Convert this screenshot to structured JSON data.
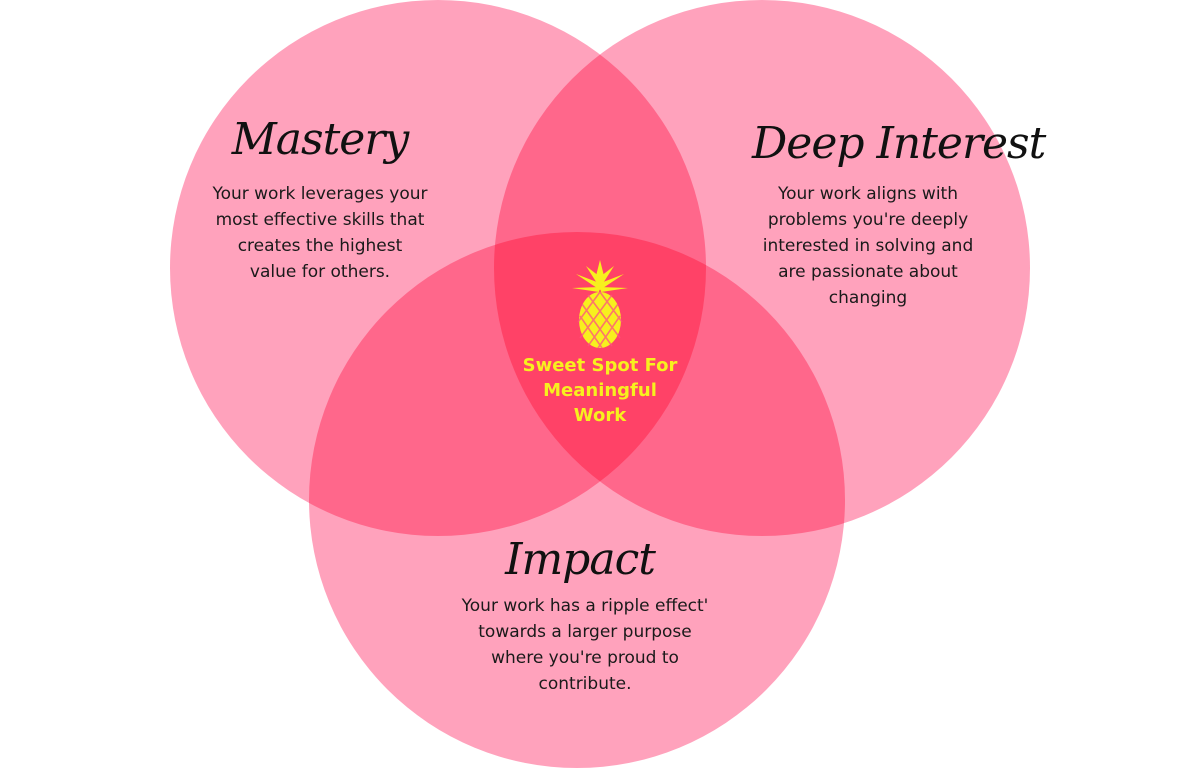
{
  "colors": {
    "circle_fill": "#ff92b0",
    "circle_opacity": "0.85",
    "center_text": "#f7f01e",
    "title_text": "#111111",
    "body_text": "#1a1a1a"
  },
  "venn": {
    "mastery": {
      "title": "Mastery",
      "lines": [
        "Your work leverages your",
        "most effective skills that",
        "creates the highest",
        "value for others."
      ]
    },
    "deep_interest": {
      "title": "Deep Interest",
      "lines": [
        "Your work aligns with",
        "problems you're deeply",
        "interested in solving and",
        "are passionate about",
        "changing"
      ]
    },
    "impact": {
      "title": "Impact",
      "lines": [
        "Your work has a ripple effect'",
        "towards a larger purpose",
        "where you're proud to",
        "contribute."
      ]
    },
    "center": {
      "icon": "pineapple-icon",
      "lines": [
        "Sweet Spot For",
        "Meaningful",
        "Work"
      ]
    }
  }
}
